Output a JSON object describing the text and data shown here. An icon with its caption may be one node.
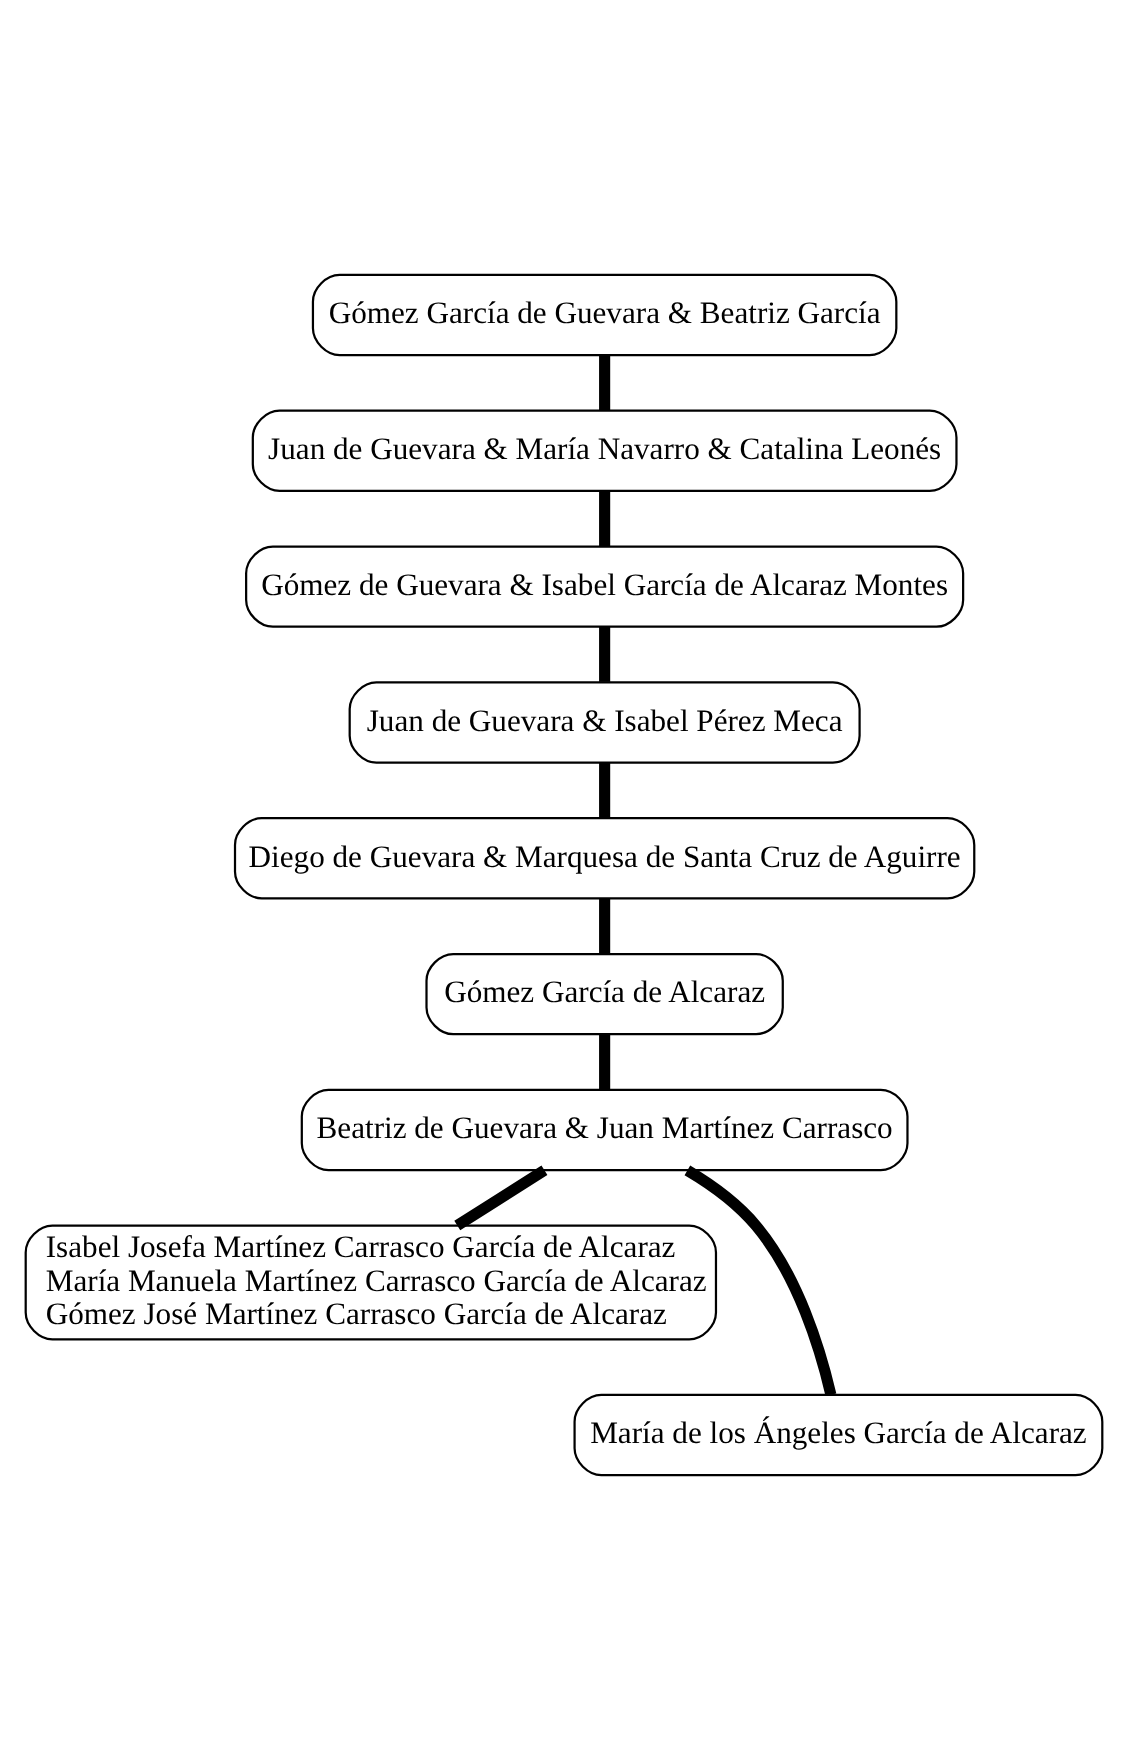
{
  "diagram": {
    "nodes": [
      {
        "text": [
          "Gómez García de Guevara & Beatriz García"
        ]
      },
      {
        "text": [
          "Juan de Guevara & María Navarro & Catalina Leonés"
        ]
      },
      {
        "text": [
          "Gómez de Guevara & Isabel García de Alcaraz Montes"
        ]
      },
      {
        "text": [
          "Juan de Guevara & Isabel Pérez Meca"
        ]
      },
      {
        "text": [
          "Diego de Guevara & Marquesa de Santa Cruz de Aguirre"
        ]
      },
      {
        "text": [
          "Gómez García de Alcaraz"
        ]
      },
      {
        "text": [
          "Beatriz de Guevara & Juan Martínez Carrasco"
        ]
      },
      {
        "text": [
          "Isabel Josefa Martínez Carrasco García de Alcaraz",
          "María Manuela Martínez Carrasco García de Alcaraz",
          "Gómez José Martínez Carrasco García de Alcaraz"
        ]
      },
      {
        "text": [
          "María de los Ángeles García de Alcaraz"
        ]
      }
    ],
    "edges": [
      {
        "from": 0,
        "to": 1,
        "arrow": "none"
      },
      {
        "from": 1,
        "to": 2,
        "arrow": "none"
      },
      {
        "from": 2,
        "to": 3,
        "arrow": "none"
      },
      {
        "from": 3,
        "to": 4,
        "arrow": "none"
      },
      {
        "from": 4,
        "to": 5,
        "arrow": "none"
      },
      {
        "from": 5,
        "to": 6,
        "arrow": "none"
      },
      {
        "from": 6,
        "to": 7,
        "arrow": "none"
      },
      {
        "from": 6,
        "to": 8,
        "arrow": "none"
      }
    ]
  }
}
